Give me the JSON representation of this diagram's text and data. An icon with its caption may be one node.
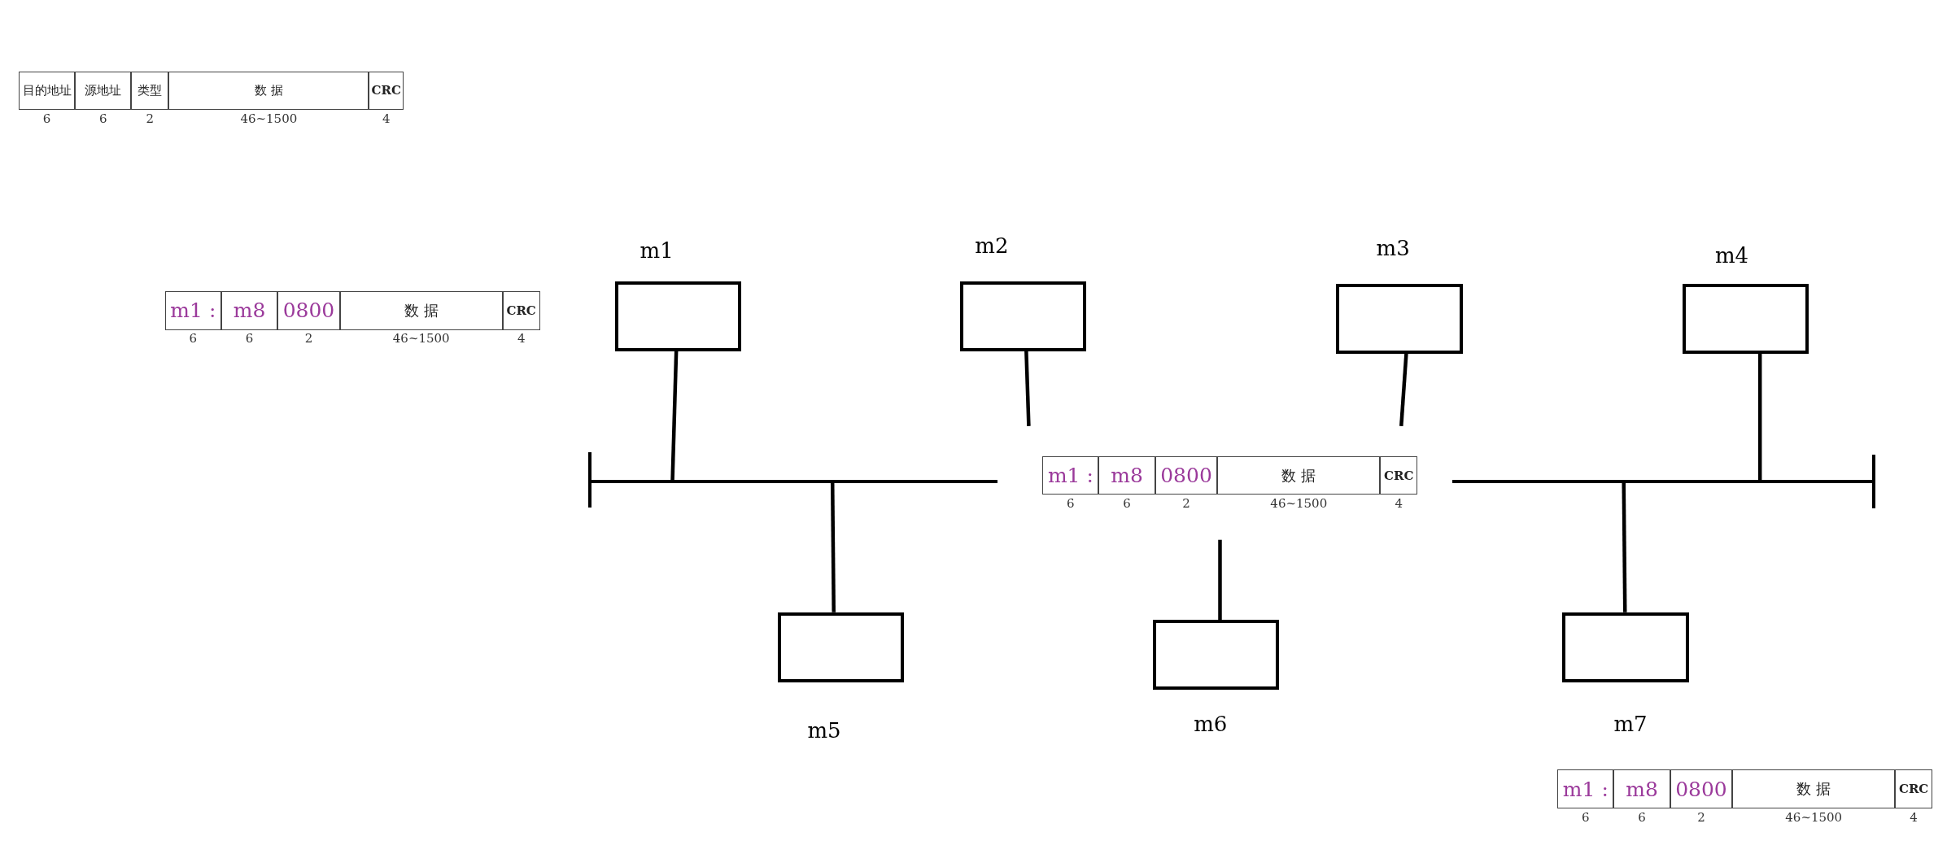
{
  "diagram": {
    "nodes": [
      {
        "text": [],
        "shape": "box",
        "beside": [
          "m1"
        ]
      },
      {
        "text": [],
        "shape": "box",
        "beside": [
          "m2"
        ]
      },
      {
        "text": [],
        "shape": "box",
        "beside": [
          "m3"
        ]
      },
      {
        "text": [],
        "shape": "box",
        "beside": [
          "m4"
        ]
      },
      {
        "text": [],
        "shape": "bar"
      },
      {
        "text": [],
        "shape": "bar"
      },
      {
        "text": [],
        "shape": "box",
        "beside": [
          "m5"
        ]
      },
      {
        "text": [],
        "shape": "box",
        "beside": [
          "m6"
        ]
      },
      {
        "text": [],
        "shape": "box",
        "beside": [
          "m7"
        ]
      }
    ],
    "edges": [
      {
        "from": 0,
        "to": 4,
        "arrow": "none"
      },
      {
        "from": 1,
        "to": null,
        "arrow": "none"
      },
      {
        "from": 2,
        "to": null,
        "arrow": "none"
      },
      {
        "from": 3,
        "to": 5,
        "arrow": "none"
      },
      {
        "from": 6,
        "to": 4,
        "arrow": "none"
      },
      {
        "from": 7,
        "to": null,
        "arrow": "none"
      },
      {
        "from": 8,
        "to": 5,
        "arrow": "none"
      }
    ],
    "labels": [
      "目的地址",
      "源地址",
      "类型",
      "数 据",
      "CRC",
      "6",
      "6",
      "2",
      "46~1500",
      "4",
      "m1 :",
      "m8",
      "0800",
      "数 据",
      "CRC",
      "6",
      "6",
      "2",
      "46~1500",
      "4",
      "m1 :",
      "m8",
      "0800",
      "数 据",
      "CRC",
      "6",
      "6",
      "2",
      "46~1500",
      "4",
      "m1 :",
      "m8",
      "0800",
      "数 据",
      "CRC",
      "6",
      "6",
      "2",
      "46~1500",
      "4"
    ]
  }
}
